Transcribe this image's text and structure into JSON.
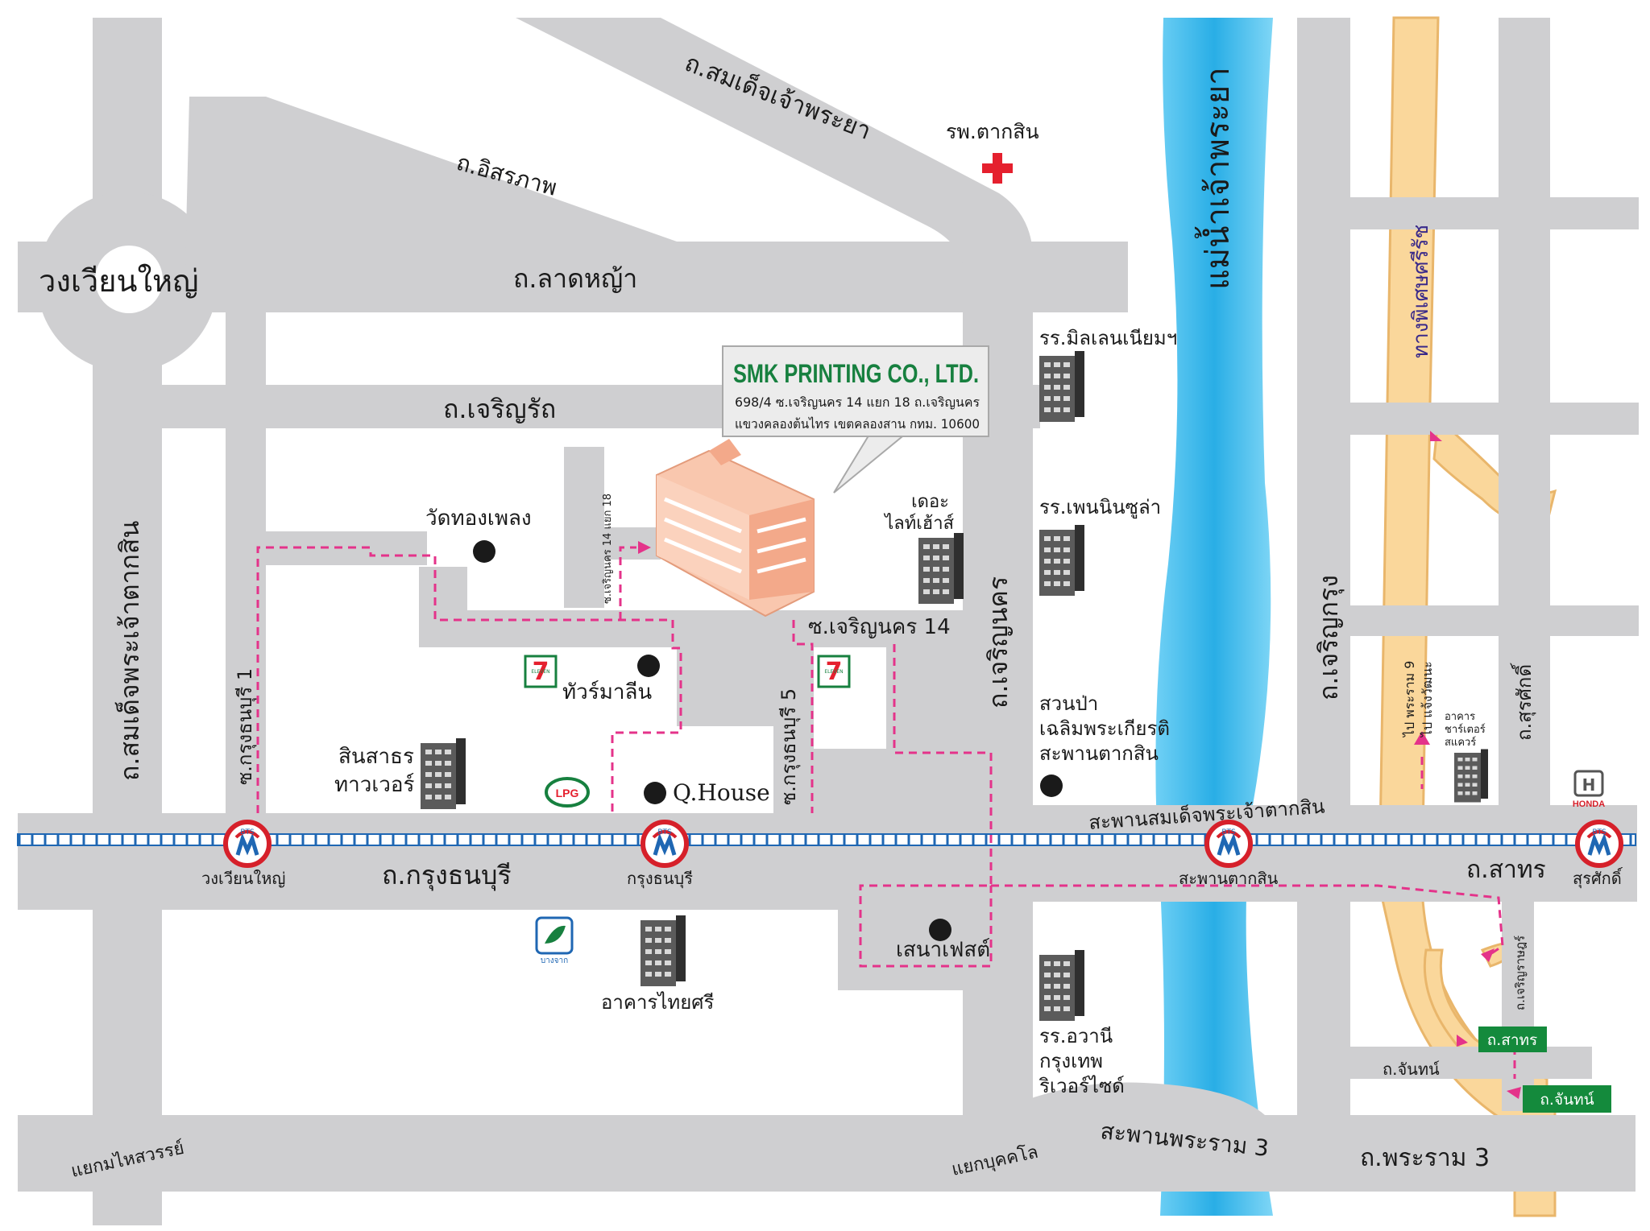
{
  "company": {
    "name": "SMK PRINTING CO., LTD.",
    "address_line1": "698/4 ซ.เจริญนคร 14 แยก 18 ถ.เจริญนคร",
    "address_line2": "แขวงคลองต้นไทร เขตคลองสาน กทม. 10600"
  },
  "roads": {
    "somdet_chaophraya": "ถ.สมเด็จเจ้าพระยา",
    "itsaraphap": "ถ.อิสรภาพ",
    "lat_ya": "ถ.ลาดหญ้า",
    "charoen_rat": "ถ.เจริญรัถ",
    "somdet_taksin": "ถ.สมเด็จพระเจ้าตากสิน",
    "krung_thonburi": "ถ.กรุงธนบุรี",
    "charoen_nakhon": "ถ.เจริญนคร",
    "soi_charoen_nakhon_14": "ซ.เจริญนคร 14",
    "soi_cn14_yaek18": "ซ.เจริญนคร 14 แยก 18",
    "soi_krung_thonburi_1": "ซ.กรุงธนบุรี 1",
    "soi_krung_thonburi_5": "ซ.กรุงธนบุรี 5",
    "charoen_krung": "ถ.เจริญกรุง",
    "surasak": "ถ.สุรศักดิ์",
    "sathorn": "ถ.สาทร",
    "chan": "ถ.จันทน์",
    "rama3": "ถ.พระราม 3",
    "charoen_rat_soi": "ถ.เจริญราษฎร์",
    "expressway": "ทางพิเศษศรีรัช",
    "to_rama9": "ไป พระราม 9",
    "to_chaengwattana": "ไป แจ้งวัฒนะ",
    "sathorn_sign": "ถ.สาทร",
    "chan_sign": "ถ.จันทน์"
  },
  "places": {
    "wongwian_yai": "วงเวียนใหญ่",
    "taksin_hospital": "รพ.ตากสิน",
    "chao_phraya_river": "แม่น้ำเจ้าพระยา",
    "millennium_hotel": "รร.มิลเลนเนียมฯ",
    "peninsula_hotel": "รร.เพนนินซูล่า",
    "the_lighthouse": "เดอะ ไลท์เฮ้าส์",
    "wat_thong_phleng": "วัดทองเพลง",
    "tua_maleen": "ทัวร์มาลีน",
    "sinsathorn_tower": "สินสาธร ทาวเวอร์",
    "q_house": "Q.House",
    "park_line1": "สวนป่า",
    "park_line2": "เฉลิมพระเกียรติ",
    "park_line3": "สะพานตากสิน",
    "taksin_bridge": "สะพานสมเด็จพระเจ้าตากสิน",
    "thai_sri_building": "อาคารไทยศรี",
    "sena_fest": "เสนาเฟสต์",
    "avani_line1": "รร.อวานี",
    "avani_line2": "กรุงเทพ",
    "avani_line3": "ริเวอร์ไซด์",
    "rama3_bridge": "สะพานพระราม 3",
    "yaek_bupphakhalo": "แยกบุคคโล",
    "yaek_mai_sawan": "แยกมไหสวรรย์",
    "charter_square": "อาคาร ชาร์เตอร์ สแควร์",
    "honda": "HONDA",
    "eleven": "ELEVEN",
    "lpg": "LPG",
    "bangchak": "บางจาก"
  },
  "bts_stations": [
    "วงเวียนใหญ่",
    "กรุงธนบุรี",
    "สะพานตากสิน",
    "สุรศักดิ์"
  ],
  "colors": {
    "road": "#cfcfd1",
    "river": "#29aee6",
    "expressway": "#fad79b",
    "route": "#e4338a",
    "bts_track": "#1f67b3",
    "bts_logo": "#d6202a",
    "hospital": "#e5202e",
    "callout_title": "#17803f",
    "sign_green": "#148a3c",
    "building": "#f8b59b"
  }
}
